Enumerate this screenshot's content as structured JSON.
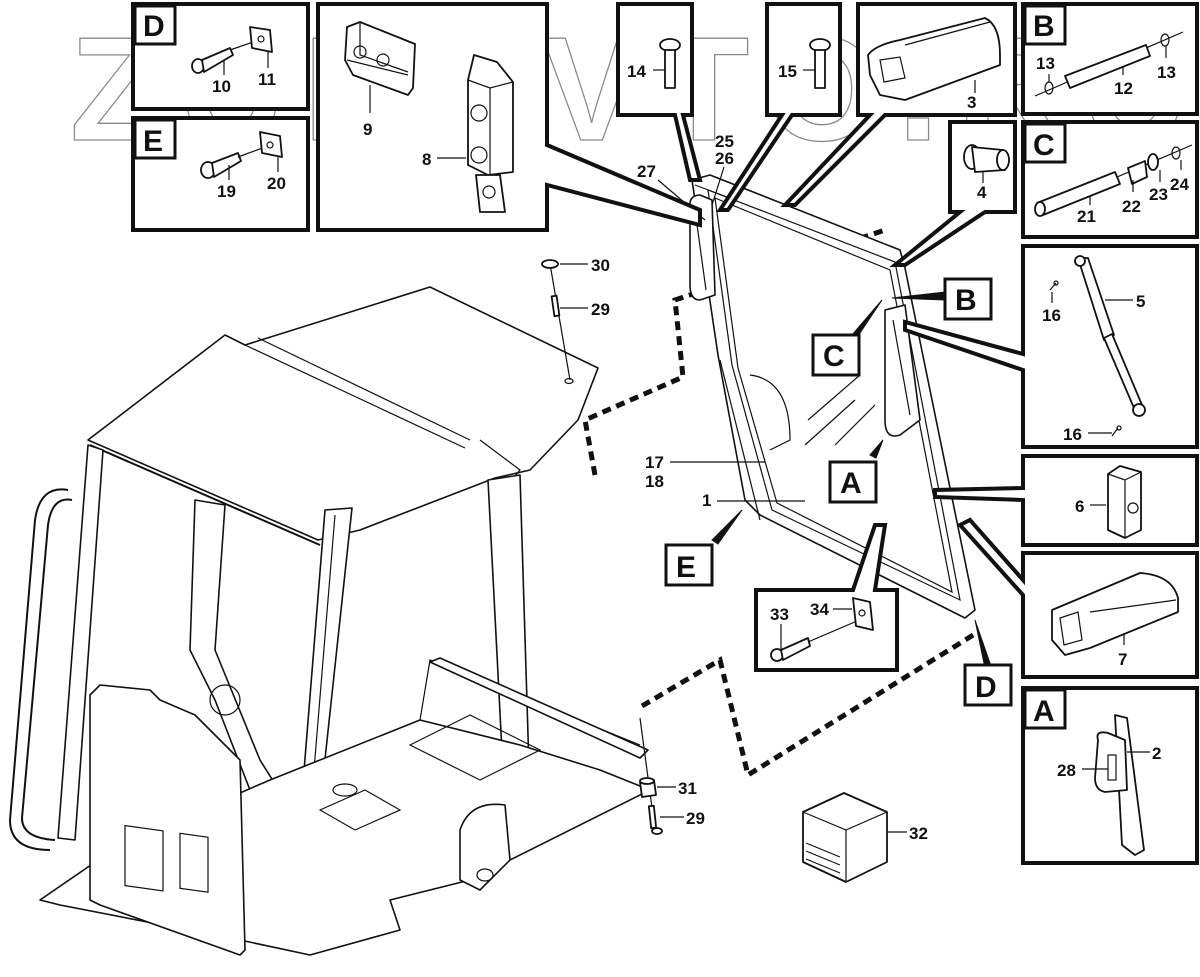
{
  "diagram": {
    "watermark": "ZURAVTO.RU",
    "detail_views": {
      "D": {
        "letter": "D",
        "parts": [
          "10",
          "11"
        ]
      },
      "E": {
        "letter": "E",
        "parts": [
          "19",
          "20"
        ]
      },
      "B": {
        "letter": "B",
        "parts": [
          "13",
          "12",
          "13"
        ]
      },
      "C": {
        "letter": "C",
        "parts": [
          "21",
          "22",
          "23",
          "24"
        ]
      },
      "A": {
        "letter": "A",
        "parts": [
          "28",
          "2"
        ]
      }
    },
    "callout_letters": {
      "B": "B",
      "C": "C",
      "A": "A",
      "E": "E",
      "D": "D"
    },
    "part_labels": {
      "p1": "1",
      "p2": "2",
      "p3": "3",
      "p4": "4",
      "p5": "5",
      "p6": "6",
      "p7": "7",
      "p8": "8",
      "p9": "9",
      "p10": "10",
      "p11": "11",
      "p12": "12",
      "p13a": "13",
      "p13b": "13",
      "p14": "14",
      "p15": "15",
      "p16a": "16",
      "p16b": "16",
      "p17": "17",
      "p18": "18",
      "p19": "19",
      "p20": "20",
      "p21": "21",
      "p22": "22",
      "p23": "23",
      "p24": "24",
      "p25": "25",
      "p26": "26",
      "p27": "27",
      "p28": "28",
      "p29a": "29",
      "p29b": "29",
      "p30": "30",
      "p31": "31",
      "p32": "32",
      "p33": "33",
      "p34": "34"
    }
  }
}
